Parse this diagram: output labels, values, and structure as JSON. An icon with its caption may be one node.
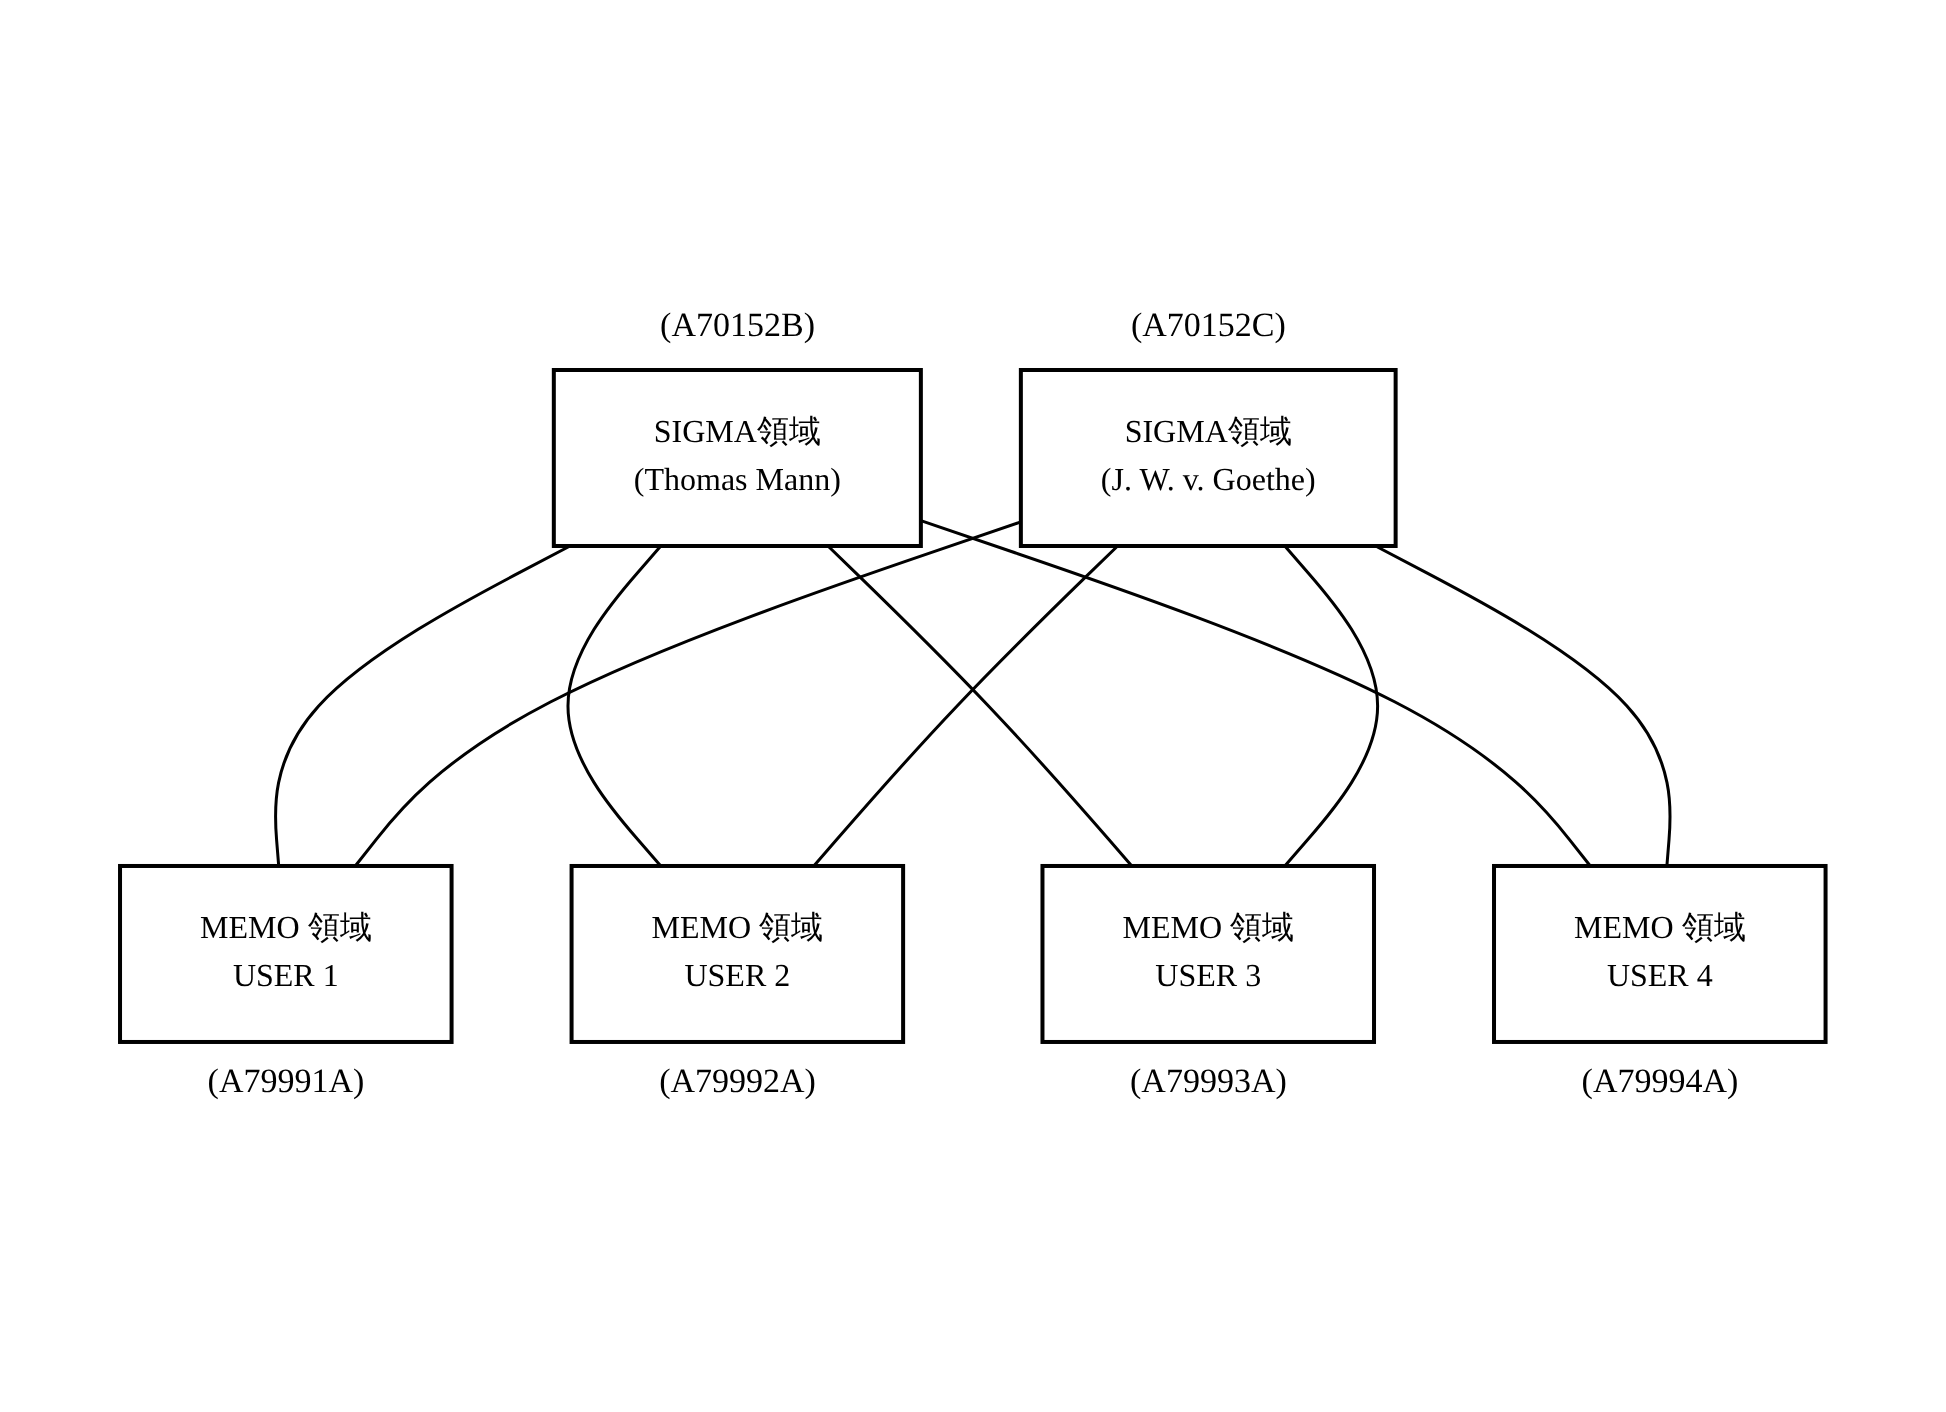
{
  "diagram": {
    "nodes": [
      {
        "text": [
          "SIGMA領域",
          "(Thomas Mann)"
        ],
        "beside": [
          "(A70152B)"
        ]
      },
      {
        "text": [
          "SIGMA領域",
          "(J. W. v. Goethe)"
        ],
        "beside": [
          "(A70152C)"
        ]
      },
      {
        "text": [
          "MEMO 領域",
          "USER 1"
        ],
        "beside": [
          "(A79991A)"
        ]
      },
      {
        "text": [
          "MEMO 領域",
          "USER 2"
        ],
        "beside": [
          "(A79992A)"
        ]
      },
      {
        "text": [
          "MEMO 領域",
          "USER 3"
        ],
        "beside": [
          "(A79993A)"
        ]
      },
      {
        "text": [
          "MEMO 領域",
          "USER 4"
        ],
        "beside": [
          "(A79994A)"
        ]
      }
    ],
    "edges": [
      {
        "from": 0,
        "to": 2,
        "arrow": "none"
      },
      {
        "from": 0,
        "to": 3,
        "arrow": "none"
      },
      {
        "from": 0,
        "to": 4,
        "arrow": "none"
      },
      {
        "from": 0,
        "to": 5,
        "arrow": "none"
      },
      {
        "from": 1,
        "to": 2,
        "arrow": "none"
      },
      {
        "from": 1,
        "to": 3,
        "arrow": "none"
      },
      {
        "from": 1,
        "to": 4,
        "arrow": "none"
      },
      {
        "from": 1,
        "to": 5,
        "arrow": "none"
      }
    ]
  }
}
